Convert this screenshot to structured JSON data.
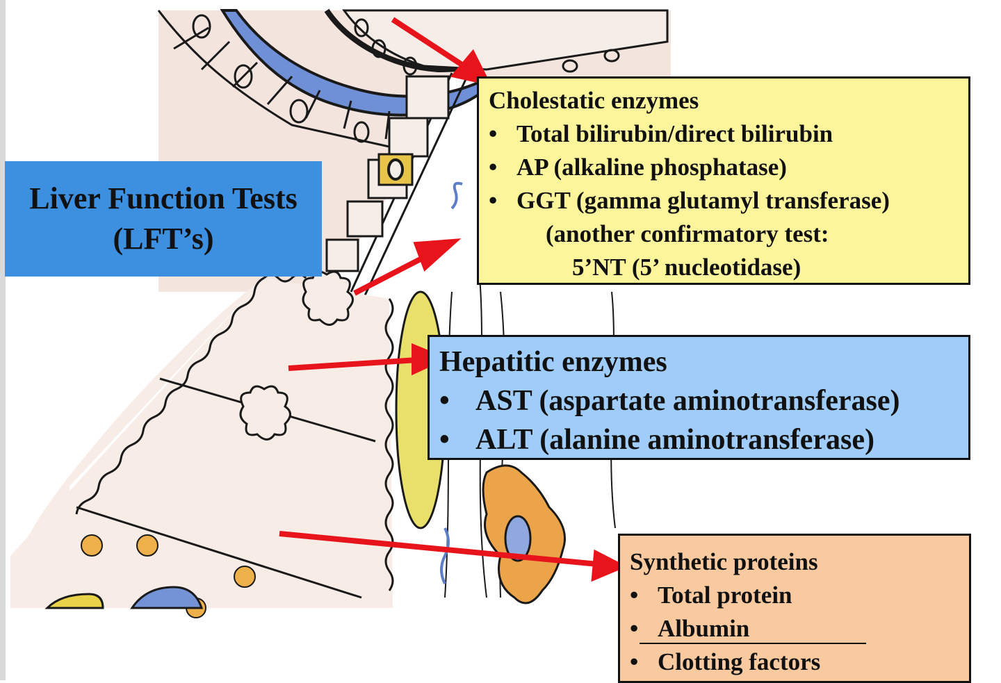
{
  "title": {
    "line1": "Liver Function Tests",
    "line2": "(LFT’s)"
  },
  "cholestatic": {
    "heading": "Cholestatic enzymes",
    "items": [
      "Total bilirubin/direct bilirubin",
      "AP (alkaline phosphatase)",
      "GGT (gamma glutamyl transferase)"
    ],
    "note_line1": "(another confirmatory test:",
    "note_line2": "5’NT (5’ nucleotidase)"
  },
  "hepatitic": {
    "heading": "Hepatitic enzymes",
    "items": [
      "AST (aspartate aminotransferase)",
      "ALT (alanine aminotransferase)"
    ]
  },
  "synthetic": {
    "heading": "Synthetic proteins",
    "items": [
      "Total protein",
      "Albumin",
      "Clotting factors"
    ]
  },
  "bullet_char": "•",
  "colors": {
    "title_box": "#3d8fe0",
    "cholestatic_box": "#fdf59b",
    "hepatitic_box": "#9fccf8",
    "synthetic_box": "#f9c9a0",
    "arrow": "#e8141c",
    "hepatocyte": "#f7ece6",
    "bile_duct_epithelium": "#6f8fd6",
    "fat_droplet": "#eeb04a"
  }
}
